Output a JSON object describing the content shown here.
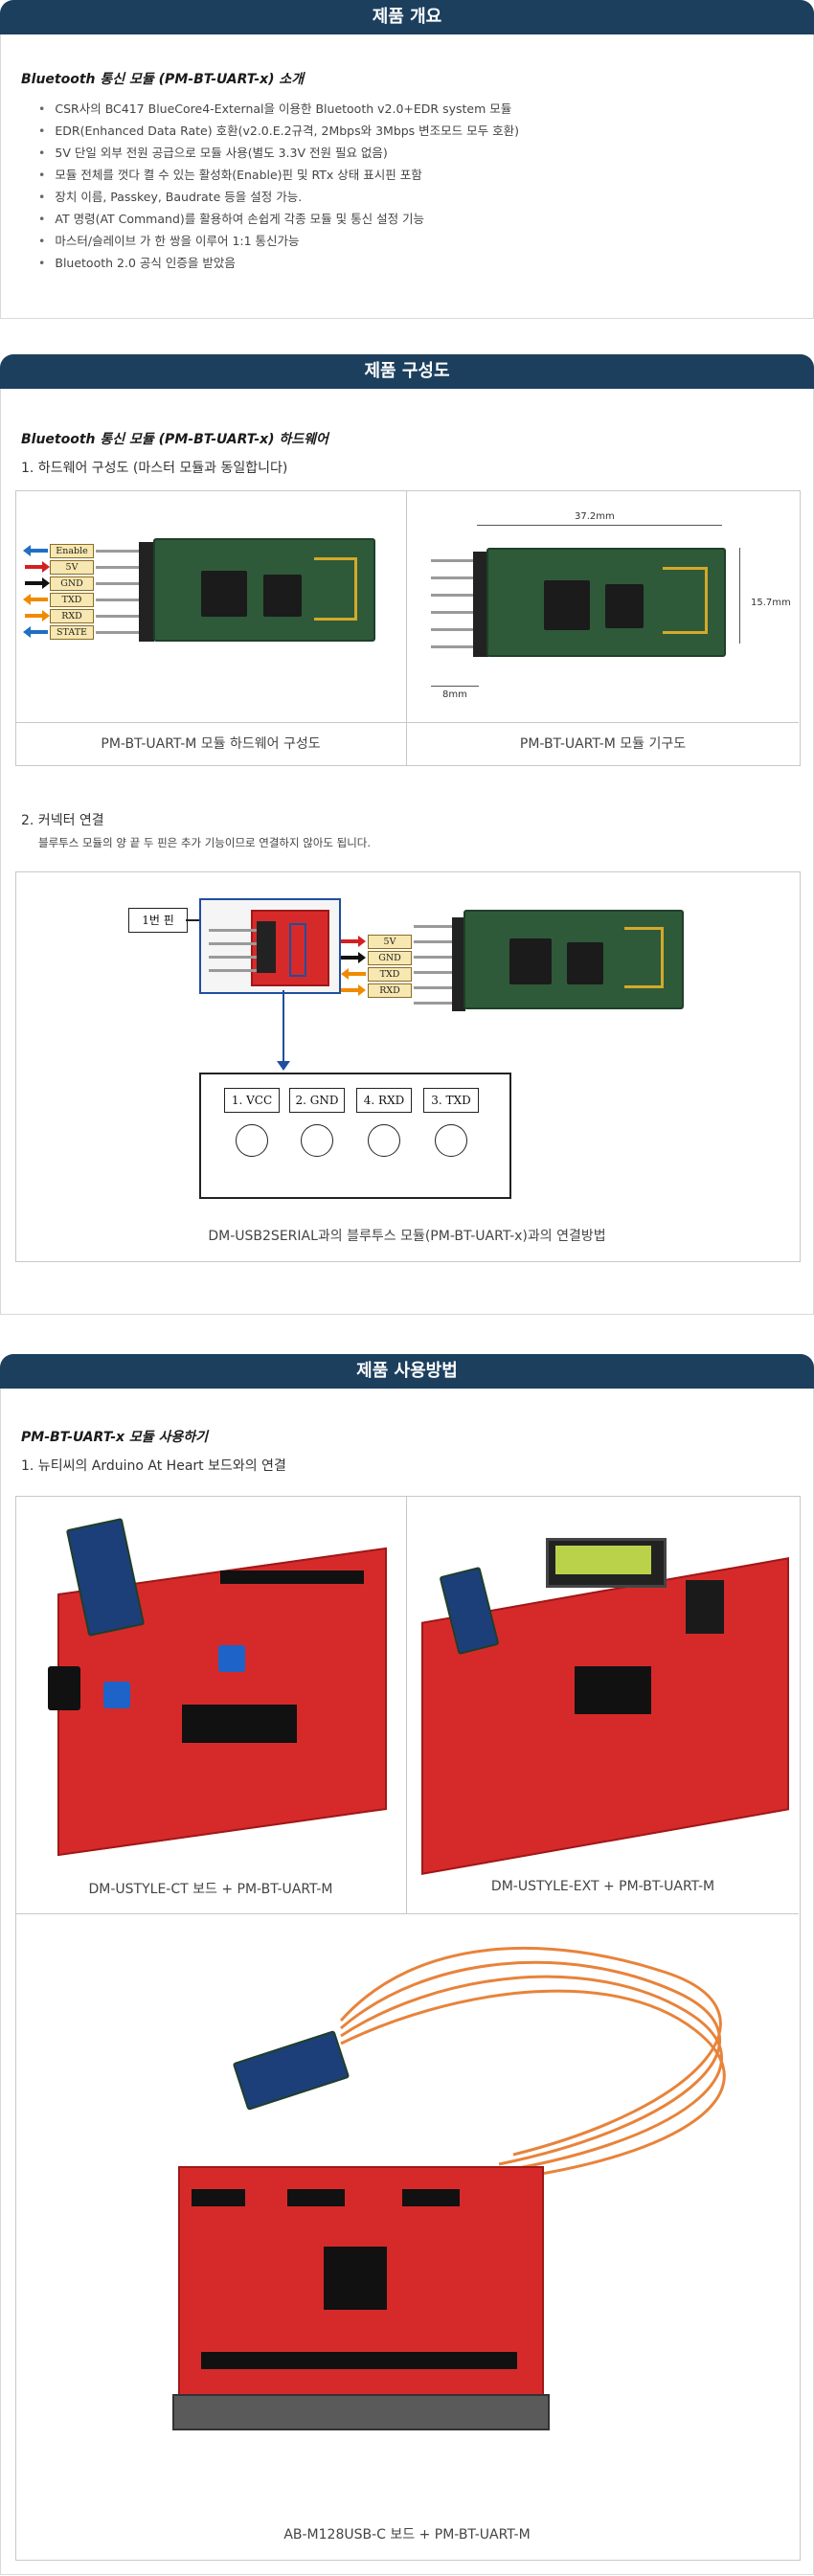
{
  "section1": {
    "header": "제품 개요",
    "subtitle": "Bluetooth 통신 모듈 (PM-BT-UART-x) 소개",
    "features": [
      "CSR사의 BC417 BlueCore4-External을 이용한 Bluetooth v2.0+EDR system 모듈",
      "EDR(Enhanced Data Rate) 호환(v2.0.E.2규격, 2Mbps와 3Mbps 변조모드 모두 호환)",
      "5V 단일 외부 전원 공급으로 모듈 사용(별도 3.3V 전원 필요 없음)",
      "모듈 전체를 껏다 켤 수 있는 활성화(Enable)핀 및 RTx 상태 표시핀 포함",
      "장치 이름, Passkey, Baudrate 등을 설정 가능.",
      "AT 명령(AT Command)를 활용하여 손쉽게 각종 모듈 및 통신 설정 기능",
      "마스터/슬레이브 가 한 쌍을 이루어 1:1 통신가능",
      "Bluetooth 2.0 공식 인증을 받았음"
    ]
  },
  "section2": {
    "header": "제품 구성도",
    "subtitle": "Bluetooth 통신 모듈 (PM-BT-UART-x) 하드웨어",
    "step1": "1. 하드웨어 구성도 (마스터 모듈과 동일합니다)",
    "pin_labels": [
      "Enable",
      "5V",
      "GND",
      "TXD",
      "RXD",
      "STATE"
    ],
    "dim_width": "37.2mm",
    "dim_height": "15.7mm",
    "dim_pin": "8mm",
    "caption_left": "PM-BT-UART-M 모듈 하드웨어 구성도",
    "caption_right": "PM-BT-UART-M 모듈 기구도",
    "step2": "2. 커넥터 연결",
    "step2_note": "블루투스 모듈의 양 끝 두 핀은 추가 기능이므로 연결하지 않아도 됩니다.",
    "pin1_label": "1번 핀",
    "conn_pins": [
      "5V",
      "GND",
      "TXD",
      "RXD"
    ],
    "conn_boxes": [
      "1. VCC",
      "2. GND",
      "4. RXD",
      "3. TXD"
    ],
    "caption_conn": "DM-USB2SERIAL과의 블루투스 모듈(PM-BT-UART-x)과의 연결방법"
  },
  "section3": {
    "header": "제품 사용방법",
    "subtitle": "PM-BT-UART-x 모듈 사용하기",
    "step1": "1. 뉴티씨의 Arduino At Heart 보드와의 연결",
    "caption_a": "DM-USTYLE-CT 보드 + PM-BT-UART-M",
    "caption_b": "DM-USTYLE-EXT + PM-BT-UART-M",
    "caption_c": "AB-M128USB-C 보드 + PM-BT-UART-M"
  },
  "colors": {
    "header_bg": "#1c3f5e",
    "arrow_blue": "#1f6fc2",
    "arrow_red": "#d42020",
    "arrow_black": "#111111",
    "arrow_orange": "#f08a00",
    "pcb_red": "#d62a2a"
  }
}
